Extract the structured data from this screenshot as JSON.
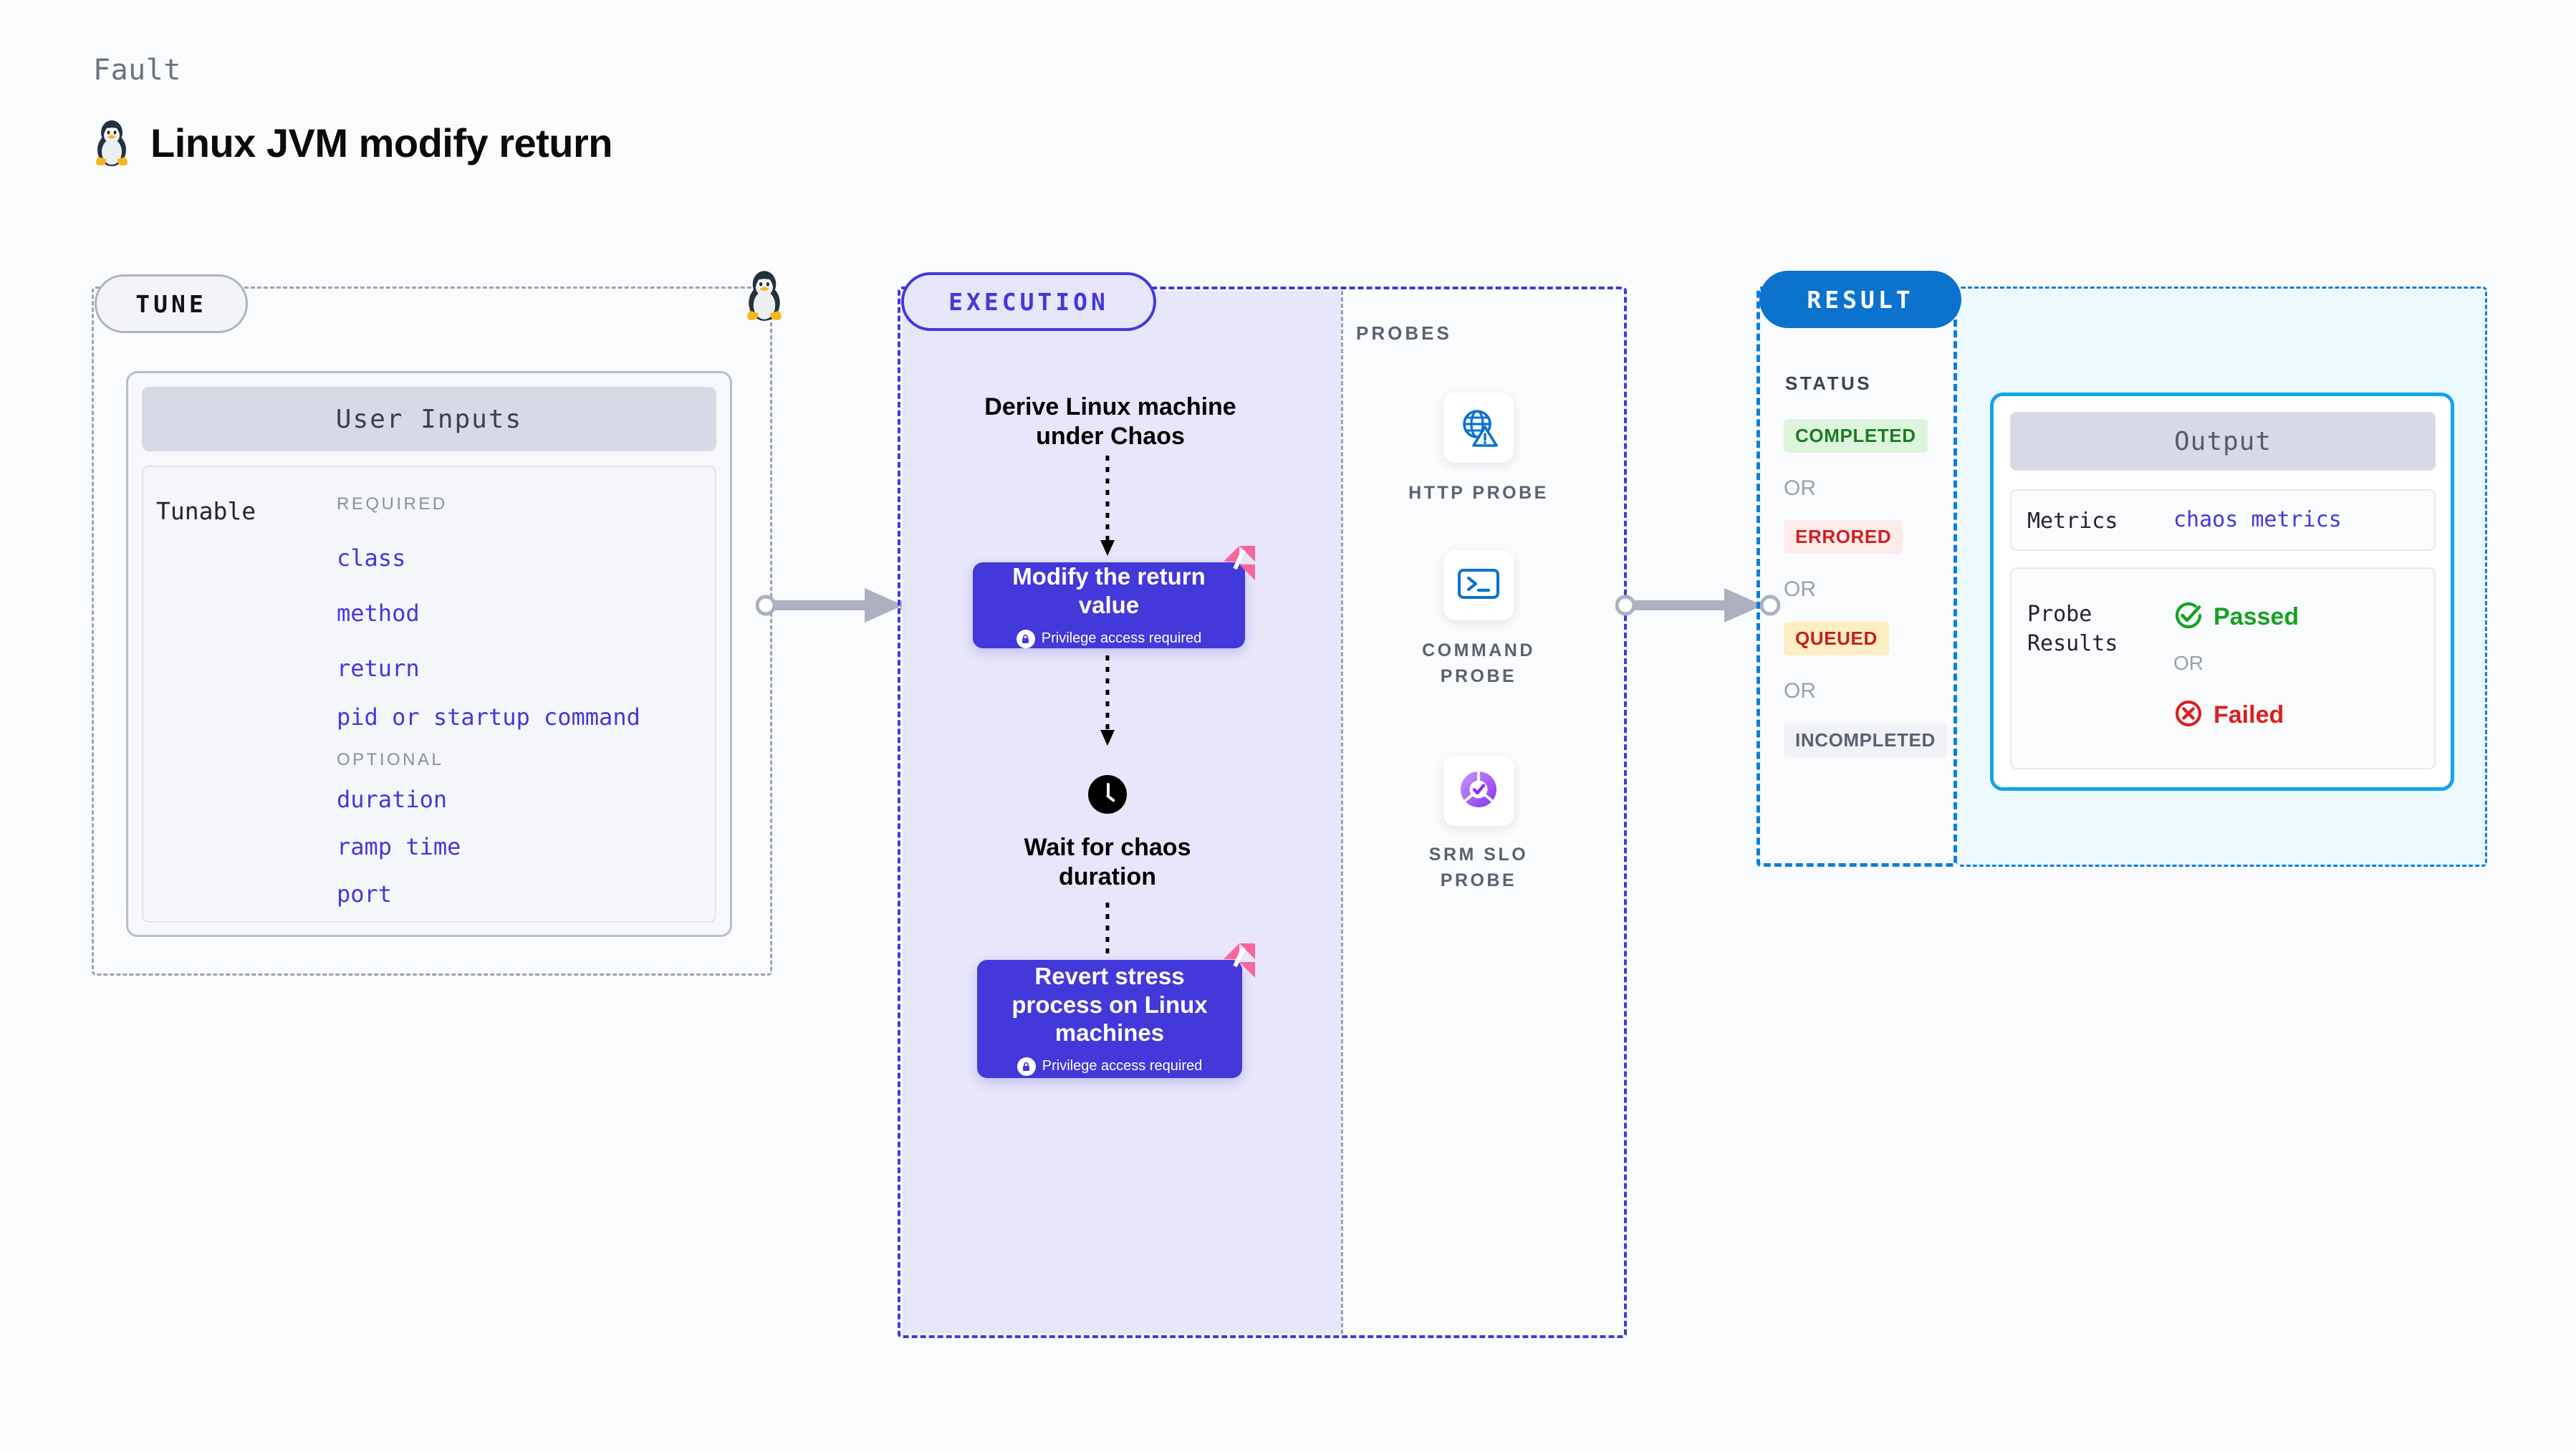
{
  "header": {
    "kicker": "Fault",
    "title": "Linux JVM modify return",
    "icon": "linux-penguin-icon"
  },
  "tune": {
    "pill_label": "TUNE",
    "card_title": "User Inputs",
    "row_label": "Tunable",
    "groups": [
      {
        "label": "REQUIRED",
        "items": [
          "class",
          "method",
          "return",
          "pid or startup command"
        ]
      },
      {
        "label": "OPTIONAL",
        "items": [
          "duration",
          "ramp time",
          "port"
        ]
      }
    ]
  },
  "execution": {
    "pill_label": "EXECUTION",
    "steps": [
      {
        "type": "text",
        "label": "Derive Linux machine under Chaos"
      },
      {
        "type": "node",
        "label": "Modify the return value",
        "sub": "Privilege access required",
        "icon": "lock-icon",
        "badge": "harness-logo-icon"
      },
      {
        "type": "text",
        "label": "Wait for chaos duration",
        "icon": "clock-icon"
      },
      {
        "type": "node",
        "label": "Revert stress process on Linux machines",
        "sub": "Privilege access required",
        "icon": "lock-icon",
        "badge": "harness-logo-icon"
      }
    ]
  },
  "probes": {
    "section_label": "PROBES",
    "items": [
      {
        "label": "HTTP PROBE",
        "icon": "globe-warning-icon"
      },
      {
        "label": "COMMAND PROBE",
        "icon": "terminal-icon"
      },
      {
        "label": "SRM SLO PROBE",
        "icon": "slo-donut-check-icon"
      }
    ]
  },
  "result": {
    "pill_label": "RESULT",
    "status_label": "STATUS",
    "or_label": "OR",
    "statuses": [
      {
        "label": "COMPLETED",
        "fg": "#1d7a24",
        "bg": "#ddf5dc"
      },
      {
        "label": "ERRORED",
        "fg": "#d01f1f",
        "bg": "#fdecec"
      },
      {
        "label": "QUEUED",
        "fg": "#c21f1f",
        "bg": "#fdeec4"
      },
      {
        "label": "INCOMPLETED",
        "fg": "#5b6170",
        "bg": "#f1f2f6"
      }
    ],
    "output": {
      "title": "Output",
      "metrics_key": "Metrics",
      "metrics_value": "chaos metrics",
      "probe_key": "Probe Results",
      "or_label": "OR",
      "passed": {
        "label": "Passed",
        "color": "#16a221",
        "icon": "check-circle-icon"
      },
      "failed": {
        "label": "Failed",
        "color": "#dc1f1f",
        "icon": "x-circle-icon"
      }
    }
  },
  "colors": {
    "indigo": "#4338d9",
    "lavender": "#e7e6fb",
    "blue": "#0b72cd",
    "cyan": "#13a4e8",
    "pink": "#f9659a",
    "grey_dash": "#9ca3af"
  }
}
